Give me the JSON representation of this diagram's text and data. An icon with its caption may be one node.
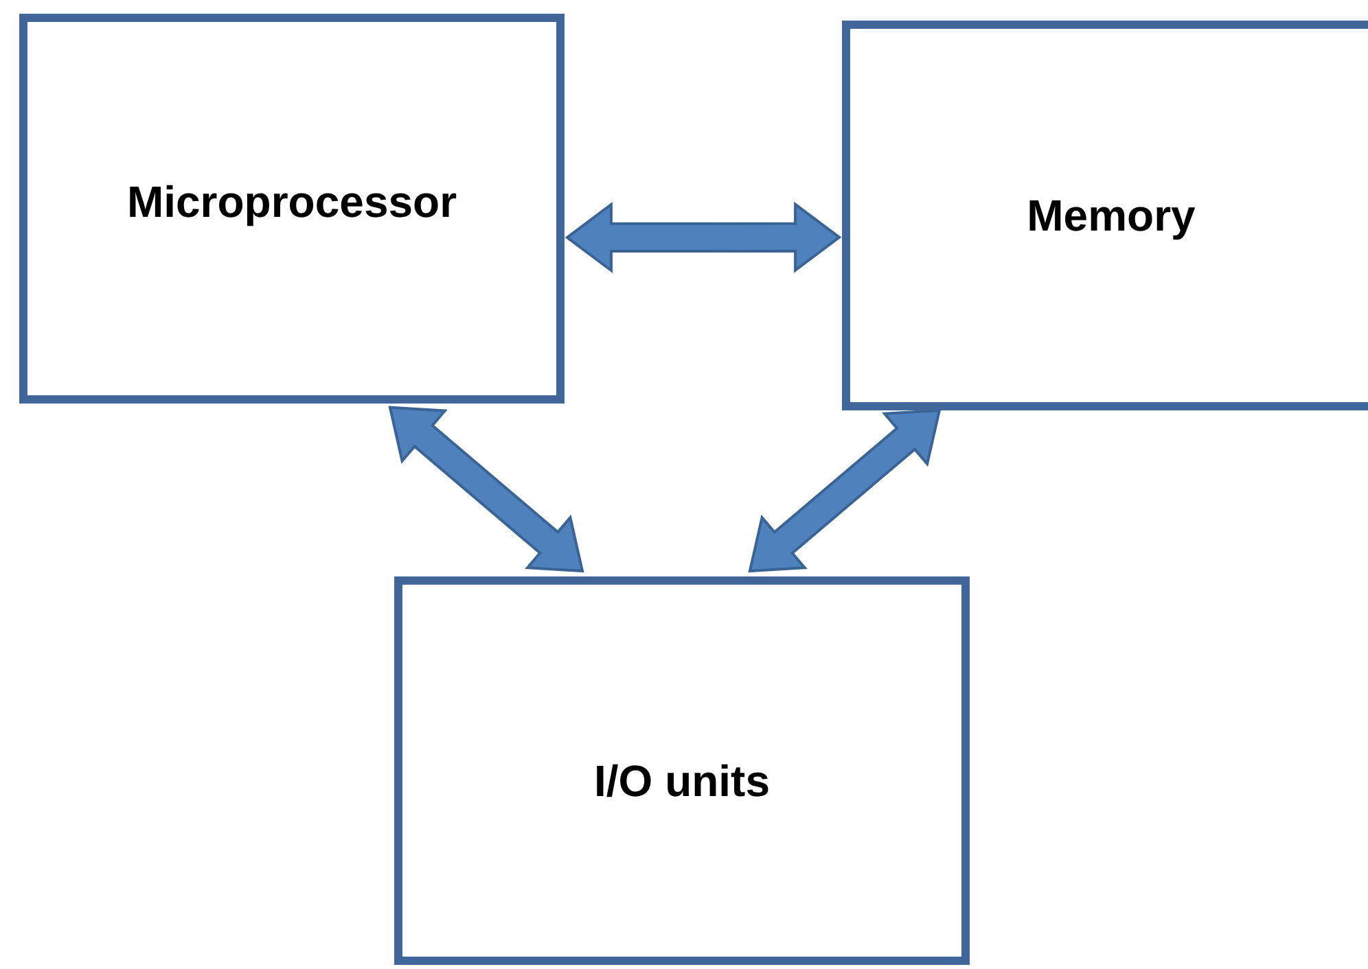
{
  "diagram": {
    "nodes": [
      {
        "text": [
          "Microprocessor"
        ]
      },
      {
        "text": [
          "Memory"
        ]
      },
      {
        "text": [
          "I/O units"
        ]
      }
    ],
    "edges": [
      {
        "from": 0,
        "to": 1,
        "arrow": "both",
        "style": "thick"
      },
      {
        "from": 0,
        "to": 2,
        "arrow": "both",
        "style": "thick"
      },
      {
        "from": 1,
        "to": 2,
        "arrow": "both",
        "style": "thick"
      }
    ]
  }
}
